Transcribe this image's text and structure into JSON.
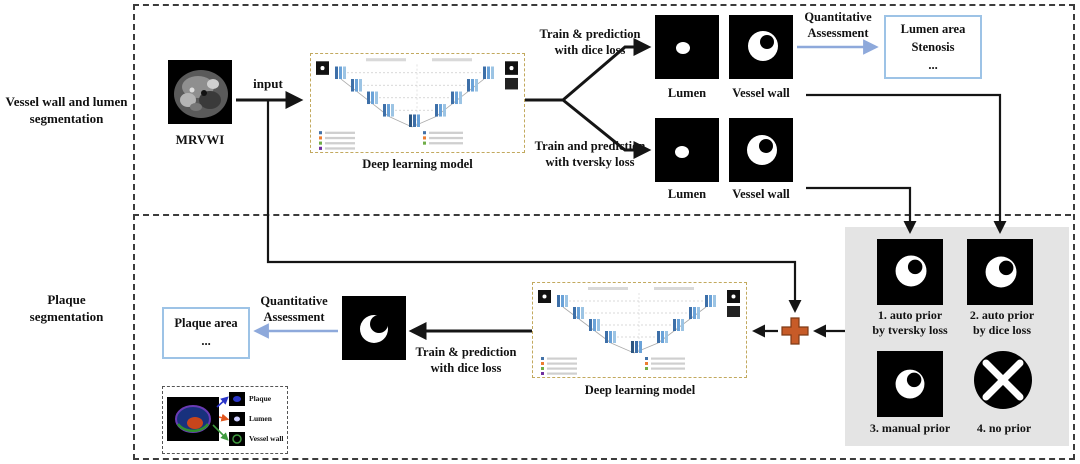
{
  "figure": {
    "side_labels": {
      "top": [
        "Vessel wall and lumen",
        "segmentation"
      ],
      "bottom": [
        "Plaque",
        "segmentation"
      ]
    },
    "top_flow": {
      "mrvwi": "MRVWI",
      "input": "input",
      "model": "Deep learning model",
      "dice_branch": [
        "Train & prediction",
        "with dice loss"
      ],
      "tversky_branch": [
        "Train and prediction",
        "with tversky loss"
      ],
      "dice_outputs": [
        "Lumen",
        "Vessel wall"
      ],
      "tversky_outputs": [
        "Lumen",
        "Vessel wall"
      ],
      "qa": [
        "Quantitative",
        "Assessment"
      ],
      "result": [
        "Lumen area",
        "Stenosis",
        "..."
      ]
    },
    "bottom_flow": {
      "priors": [
        [
          "1. auto prior",
          "by tversky loss"
        ],
        [
          "2. auto prior",
          "by dice loss"
        ],
        [
          "3. manual prior"
        ],
        [
          "4. no prior"
        ]
      ],
      "model": "Deep learning model",
      "train": [
        "Train & prediction",
        "with dice loss"
      ],
      "qa": [
        "Quantitative",
        "Assessment"
      ],
      "result": [
        "Plaque area",
        "..."
      ],
      "legend": [
        "Plaque",
        "Lumen",
        "Vessel wall"
      ]
    },
    "colors": {
      "fusion_plus": "#c75b28",
      "qa_arrow": "#8ea9db",
      "result_box_border": "#9dc3e6",
      "prior_panel_bg": "#e4e4e4"
    }
  }
}
